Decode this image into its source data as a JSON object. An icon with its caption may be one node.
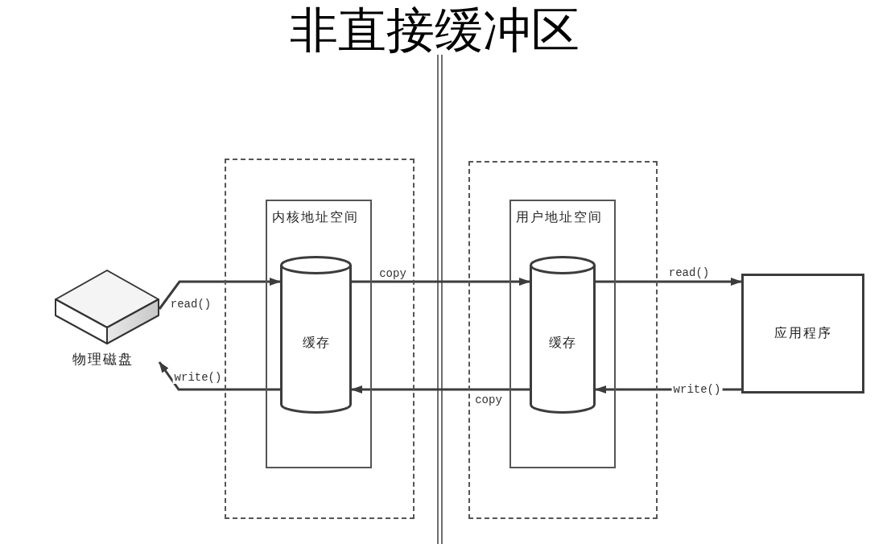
{
  "diagram": {
    "title": "非直接缓冲区",
    "nodes": [
      {
        "text": [
          "物理磁盘"
        ]
      },
      {
        "text": [],
        "shape": "box"
      },
      {
        "text": [
          "内核地址空间"
        ],
        "in": 1
      },
      {
        "text": [
          "缓存"
        ],
        "in": 2
      },
      {
        "text": [],
        "shape": "box"
      },
      {
        "text": [
          "用户地址空间"
        ],
        "in": 4
      },
      {
        "text": [
          "缓存"
        ],
        "in": 5
      },
      {
        "text": [
          "应用程序"
        ]
      }
    ],
    "edges": [
      {
        "from": 0,
        "to": 3,
        "arrow": "to",
        "label": "read()"
      },
      {
        "from": 3,
        "to": 0,
        "arrow": "to",
        "label": "write()"
      },
      {
        "from": 3,
        "to": 6,
        "arrow": "to",
        "label": "copy"
      },
      {
        "from": 6,
        "to": 3,
        "arrow": "to",
        "label": "copy"
      },
      {
        "from": 6,
        "to": 7,
        "arrow": "to",
        "label": "read()"
      },
      {
        "from": 7,
        "to": 6,
        "arrow": "to",
        "label": "write()"
      }
    ]
  }
}
